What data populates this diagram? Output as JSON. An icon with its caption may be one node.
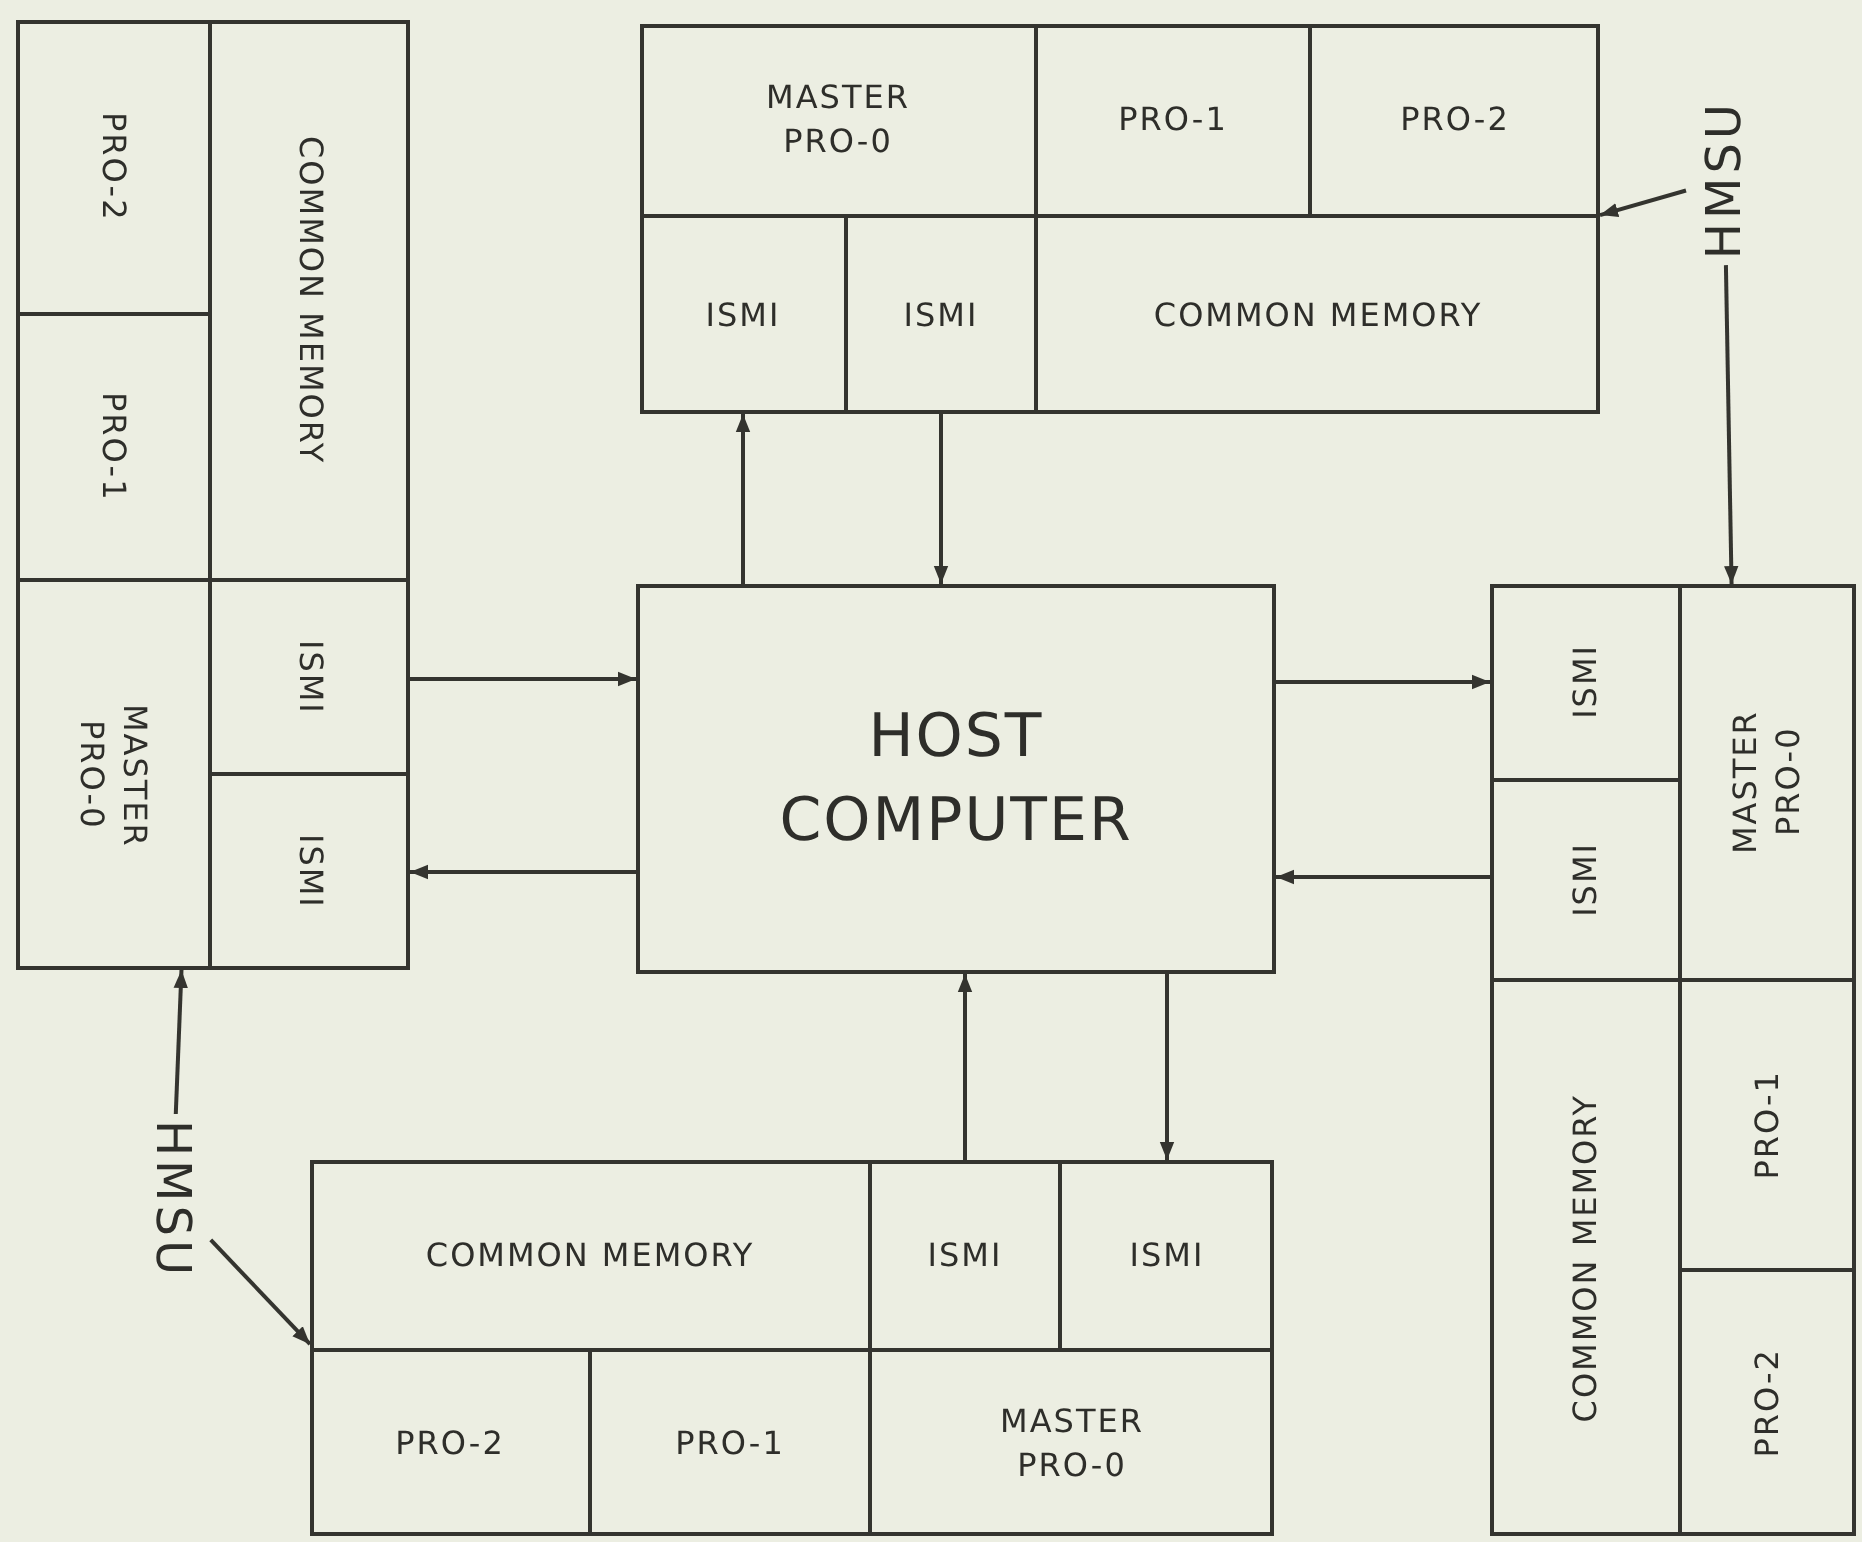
{
  "diagram": {
    "nodes": [
      {
        "text": [],
        "shape": "box"
      },
      {
        "text": [
          "PRO-2"
        ],
        "in": 0
      },
      {
        "text": [
          "COMMON MEMORY"
        ],
        "in": 0
      },
      {
        "text": [
          "PRO-1"
        ],
        "in": 0
      },
      {
        "text": [
          "MASTER PRO-0"
        ],
        "in": 0
      },
      {
        "text": [
          "ISMI"
        ],
        "in": 0
      },
      {
        "text": [
          "ISMI"
        ],
        "in": 0
      },
      {
        "text": [],
        "shape": "box"
      },
      {
        "text": [
          "MASTER PRO-0"
        ],
        "in": 7
      },
      {
        "text": [
          "PRO-1"
        ],
        "in": 7
      },
      {
        "text": [
          "PRO-2"
        ],
        "in": 7
      },
      {
        "text": [
          "ISMI"
        ],
        "in": 7
      },
      {
        "text": [
          "ISMI"
        ],
        "in": 7
      },
      {
        "text": [
          "COMMON MEMORY"
        ],
        "in": 7
      },
      {
        "text": [
          "HMSU"
        ]
      },
      {
        "text": [
          "HOST COMPUTER"
        ]
      },
      {
        "text": [],
        "shape": "box"
      },
      {
        "text": [
          "ISMI"
        ],
        "in": 16
      },
      {
        "text": [
          "MASTER PRO-0"
        ],
        "in": 16
      },
      {
        "text": [
          "ISMI"
        ],
        "in": 16
      },
      {
        "text": [
          "COMMON MEMORY"
        ],
        "in": 16
      },
      {
        "text": [
          "PRO-1"
        ],
        "in": 16
      },
      {
        "text": [
          "PRO-2"
        ],
        "in": 16
      },
      {
        "text": [
          "HMSU"
        ]
      },
      {
        "text": [],
        "shape": "box"
      },
      {
        "text": [
          "COMMON MEMORY"
        ],
        "in": 24
      },
      {
        "text": [
          "ISMI"
        ],
        "in": 24
      },
      {
        "text": [
          "ISMI"
        ],
        "in": 24
      },
      {
        "text": [
          "PRO-2"
        ],
        "in": 24
      },
      {
        "text": [
          "PRO-1"
        ],
        "in": 24
      },
      {
        "text": [
          "MASTER PRO-0"
        ],
        "in": 24
      }
    ],
    "edges": [
      {
        "from": 15,
        "to": 11,
        "arrow": "to"
      },
      {
        "from": 12,
        "to": 15,
        "arrow": "to"
      },
      {
        "from": 5,
        "to": 15,
        "arrow": "to"
      },
      {
        "from": 15,
        "to": 6,
        "arrow": "to"
      },
      {
        "from": 15,
        "to": 17,
        "arrow": "to"
      },
      {
        "from": 19,
        "to": 15,
        "arrow": "to"
      },
      {
        "from": 26,
        "to": 15,
        "arrow": "to"
      },
      {
        "from": 15,
        "to": 27,
        "arrow": "to"
      },
      {
        "from": 14,
        "to": 7,
        "arrow": "to"
      },
      {
        "from": 14,
        "to": 16,
        "arrow": "to"
      },
      {
        "from": 23,
        "to": 0,
        "arrow": "to"
      },
      {
        "from": 23,
        "to": 24,
        "arrow": "to"
      }
    ]
  }
}
